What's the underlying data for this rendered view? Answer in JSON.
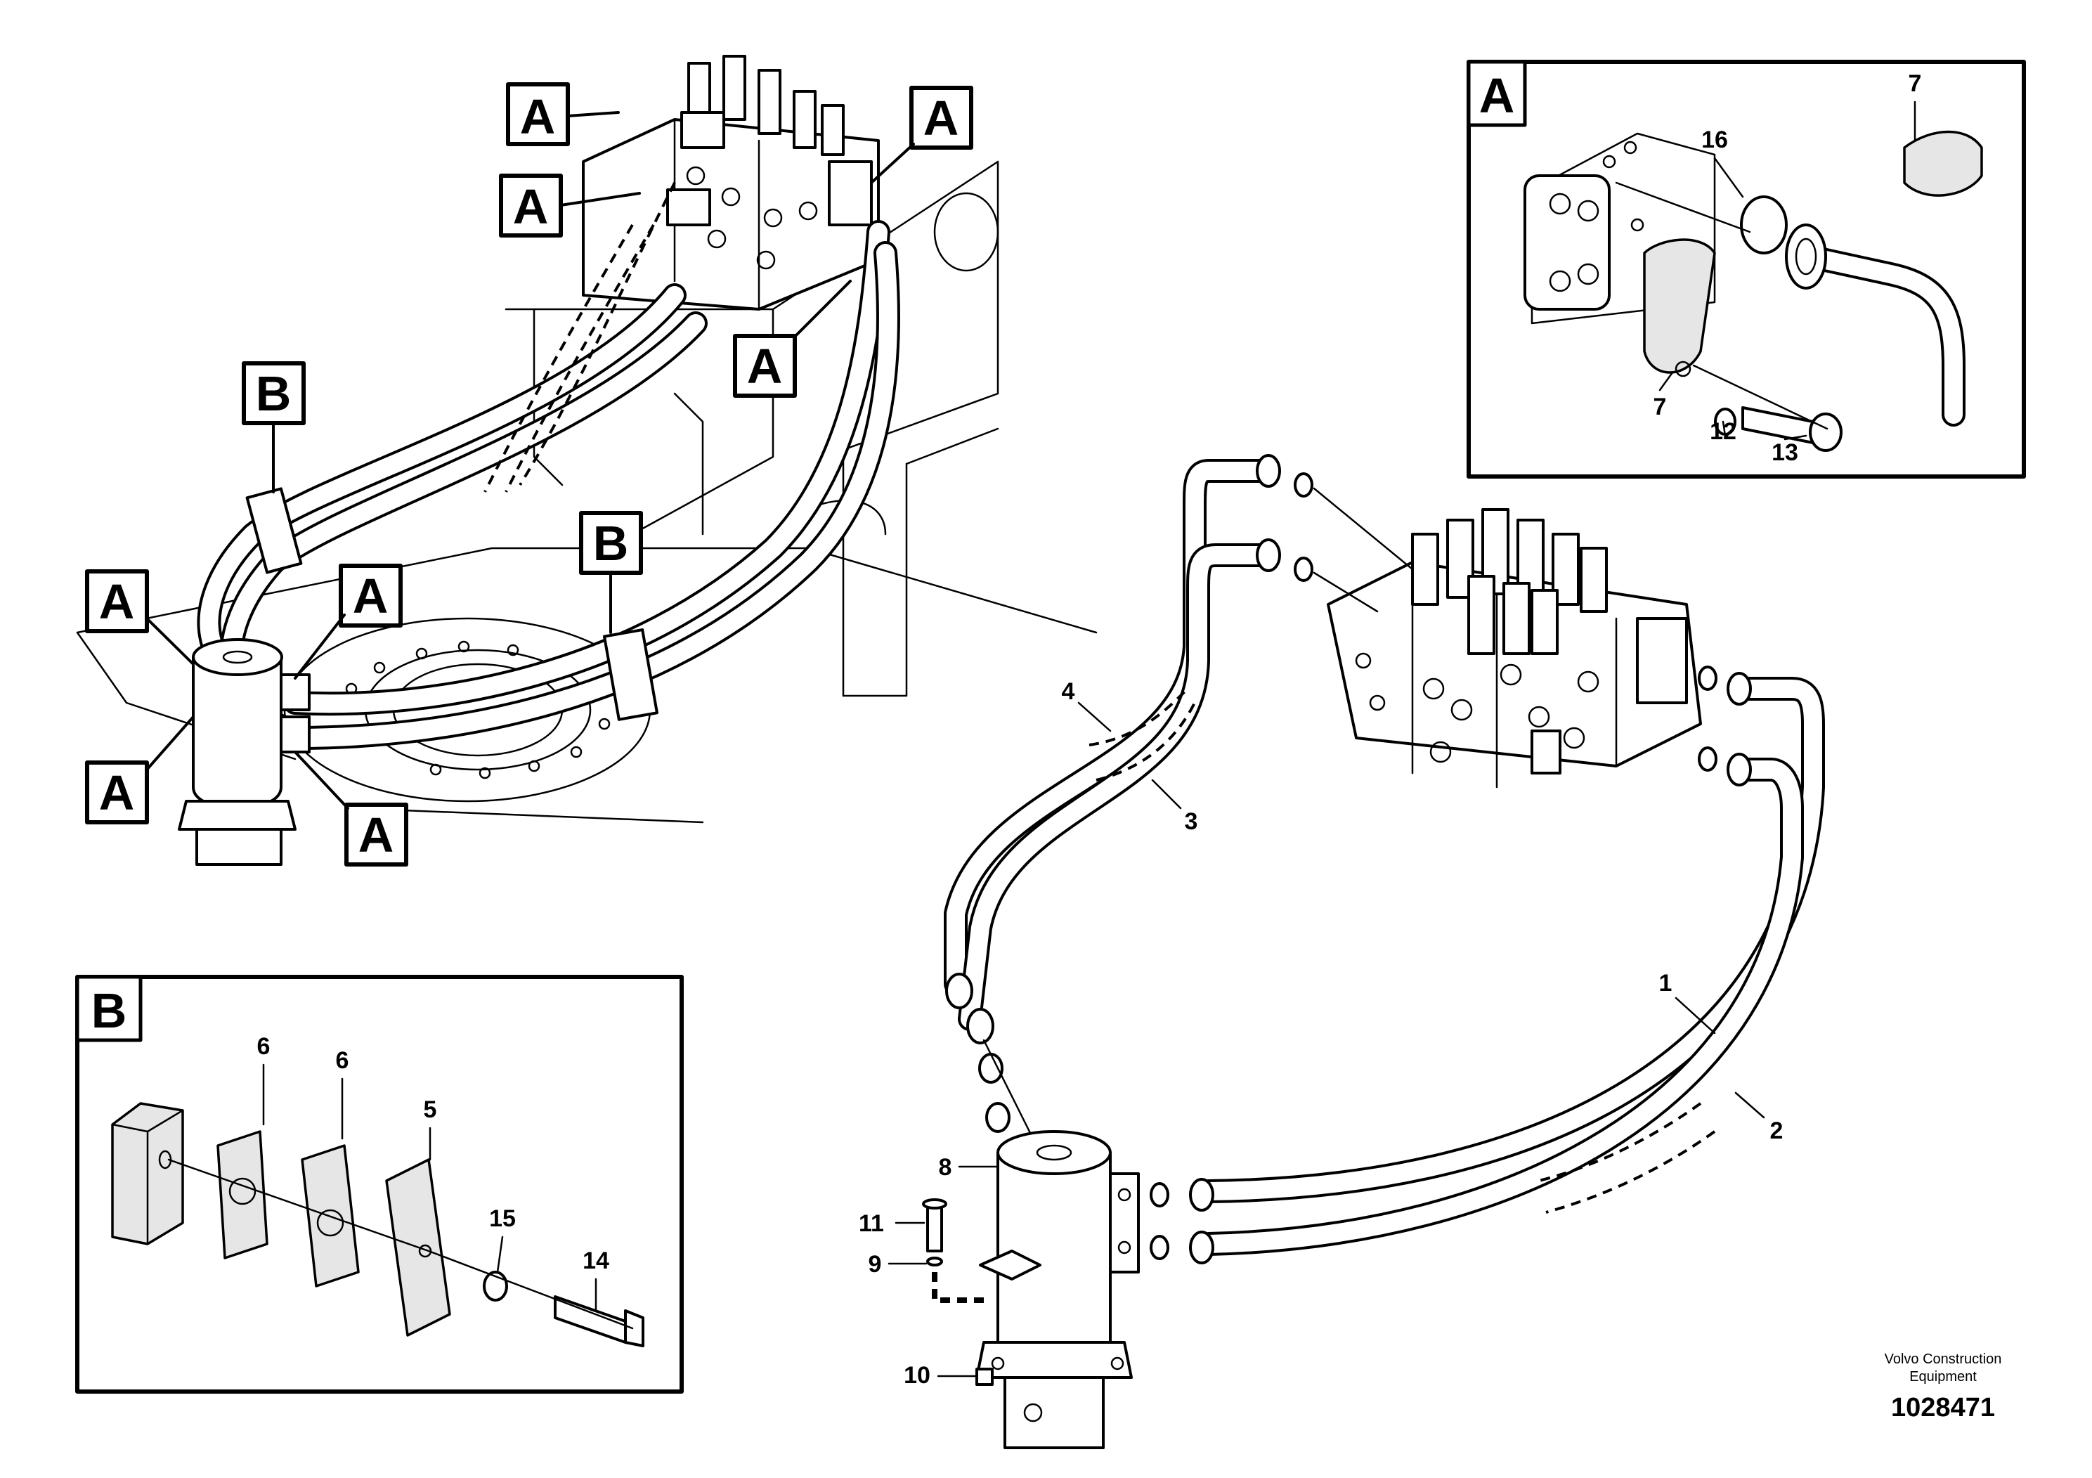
{
  "diagram": {
    "view_labels": {
      "a": "A",
      "b": "B"
    },
    "part_numbers": [
      "1",
      "2",
      "3",
      "4",
      "5",
      "6",
      "7",
      "8",
      "9",
      "10",
      "11",
      "12",
      "13",
      "14",
      "15",
      "16"
    ],
    "credit_line1": "Volvo Construction",
    "credit_line2": "Equipment",
    "figure_ref": "1028471"
  }
}
